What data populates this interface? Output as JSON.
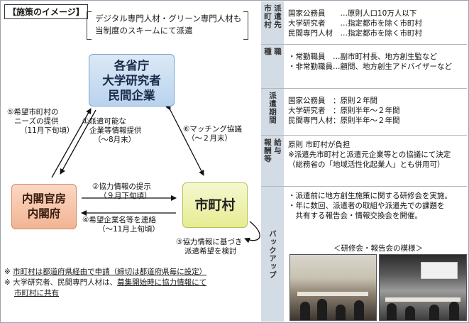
{
  "title": "【施策のイメージ】",
  "scheme_note": {
    "line1": "デジタル専門人材・グリーン専門人材も",
    "line2": "当制度のスキームにて派遣"
  },
  "nodes": {
    "ministries": {
      "line1": "各省庁",
      "line2": "大学研究者",
      "line3": "民間企業"
    },
    "cabinet": {
      "line1": "内閣官房",
      "line2": "内閣府"
    },
    "municipality": {
      "label": "市町村"
    }
  },
  "flows": {
    "step1": {
      "line1": "①派遣可能な",
      "line2": "企業等情報提供",
      "line3": "（～8月末）"
    },
    "step2": {
      "line1": "②協力情報の提示",
      "line2": "（９月下旬頃）"
    },
    "step3": {
      "line1": "③協力情報に基づき",
      "line2": "派遣希望を検討"
    },
    "step4": {
      "line1": "④希望企業名等を連絡",
      "line2": "（～11月上旬頃）"
    },
    "step5": {
      "line1": "⑤希望市町村の",
      "line2": "ニーズの提供",
      "line3": "（11月下旬頃）"
    },
    "step6": {
      "line1": "⑥マッチング協議",
      "line2": "（～２月末）"
    }
  },
  "notes": {
    "note1_prefix": "※ ",
    "note1": "市町村は都道府県経由で申請（締切は都道府県毎に設定）",
    "note2_prefix": "※ ",
    "note2a_pre": "大学研究者、民間専門人材は、",
    "note2a_u": "募集開始時に協力情報にて",
    "note2b_u": "市町村に共有"
  },
  "table": {
    "destination": {
      "header": [
        "派遣先",
        "市町村"
      ],
      "body": "国家公務員　　…原則人口10万人以下\n大学研究者　　…指定都市を除く市町村\n民間専門人材　…指定都市を除く市町村"
    },
    "position": {
      "header": [
        "職",
        "種"
      ],
      "body": "・常勤職員　…副市町村長、地方創生監など\n・非常勤職員…顧問、地方創生アドバイザーなど"
    },
    "period": {
      "header": [
        "派遣期間"
      ],
      "body": "国家公務員　：原則２年間\n大学研究者　：原則半年～２年間\n民間専門人材：原則半年～２年間"
    },
    "salary": {
      "header": [
        "給与",
        "報酬等"
      ],
      "body": "原則 市町村が負担\n※派遣先市町村と派遣元企業等との協議にて決定\n（総務省の「地域活性化起業人」とも併用可）"
    },
    "backup": {
      "header": [
        "バックアップ"
      ],
      "body": "・派遣前に地方創生施策に関する研修会を実施。\n・年に数回、派遣者の取組や派遣先での課題を\n　共有する報告会・情報交換会を開催。",
      "photo_caption": "＜研修会・報告会の模様＞"
    }
  },
  "colors": {
    "table_header": "#d3dbe4",
    "ministries_fill": "#b9d3ee",
    "cabinet_fill": "#f2b493",
    "municipality_fill": "#e6ec92"
  }
}
